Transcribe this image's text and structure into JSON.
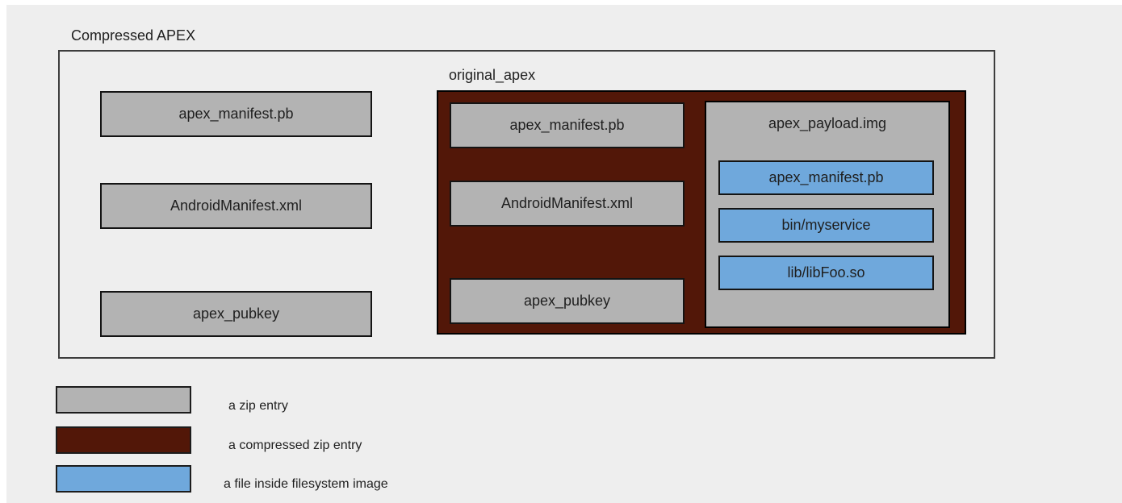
{
  "diagram": {
    "title": "Compressed APEX",
    "outer_entries": [
      "apex_manifest.pb",
      "AndroidManifest.xml",
      "apex_pubkey"
    ],
    "original_apex": {
      "label": "original_apex",
      "entries": [
        "apex_manifest.pb",
        "AndroidManifest.xml",
        "apex_pubkey"
      ],
      "payload": {
        "label": "apex_payload.img",
        "files": [
          "apex_manifest.pb",
          "bin/myservice",
          "lib/libFoo.so"
        ]
      }
    }
  },
  "legend": [
    {
      "label": "a zip entry"
    },
    {
      "label": "a compressed zip entry"
    },
    {
      "label": "a file inside filesystem image"
    }
  ],
  "colors": {
    "background": "#eeeeee",
    "zip_entry": "#b3b3b3",
    "compressed_zip_entry": "#521708",
    "file_inside_fs_image": "#6fa8dc",
    "box_border": "#141414",
    "outer_border": "#3d3d3d"
  }
}
